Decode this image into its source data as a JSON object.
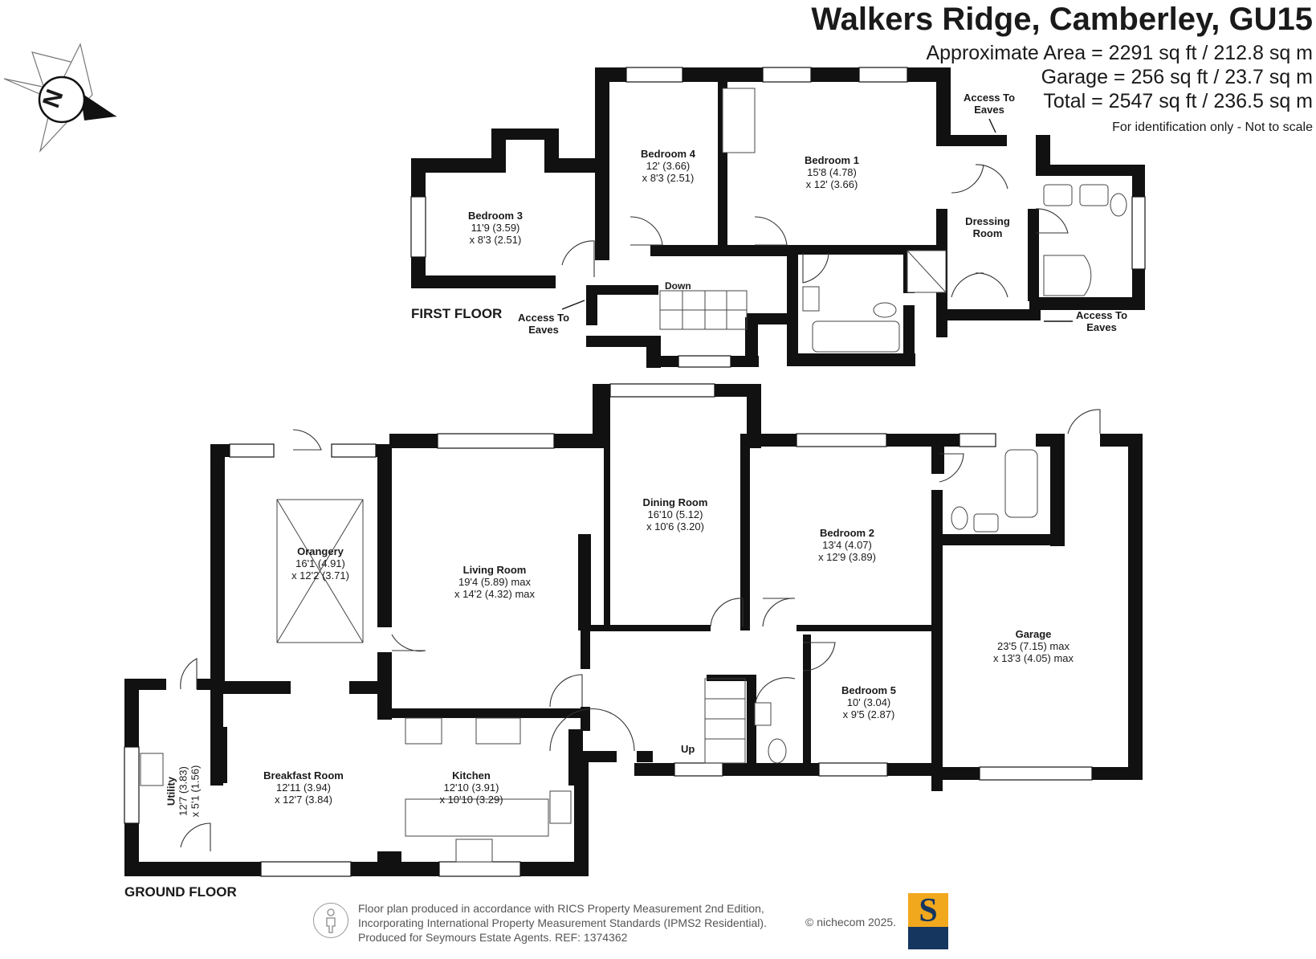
{
  "header": {
    "title": "Walkers Ridge, Camberley, GU15",
    "area": "Approximate Area = 2291 sq ft / 212.8 sq m",
    "garage": "Garage = 256 sq ft / 23.7 sq m",
    "total": "Total = 2547 sq ft / 236.5 sq m",
    "note": "For identification only - Not to scale"
  },
  "compass": {
    "label": "N"
  },
  "first_floor": {
    "label": "FIRST FLOOR",
    "rooms": {
      "bedroom3": {
        "name": "Bedroom 3",
        "dim1": "11'9 (3.59)",
        "dim2": "x 8'3 (2.51)"
      },
      "bedroom4": {
        "name": "Bedroom 4",
        "dim1": "12' (3.66)",
        "dim2": "x 8'3 (2.51)"
      },
      "bedroom1": {
        "name": "Bedroom 1",
        "dim1": "15'8 (4.78)",
        "dim2": "x 12' (3.66)"
      },
      "dressing": {
        "name": "Dressing",
        "name2": "Room"
      }
    },
    "labels": {
      "down": "Down",
      "eaves_left_1": "Access To",
      "eaves_left_2": "Eaves",
      "eaves_top_1": "Access To",
      "eaves_top_2": "Eaves",
      "eaves_right_1": "Access To",
      "eaves_right_2": "Eaves"
    }
  },
  "ground_floor": {
    "label": "GROUND FLOOR",
    "rooms": {
      "orangery": {
        "name": "Orangery",
        "dim1": "16'1 (4.91)",
        "dim2": "x 12'2 (3.71)"
      },
      "living": {
        "name": "Living Room",
        "dim1": "19'4 (5.89) max",
        "dim2": "x 14'2 (4.32) max"
      },
      "dining": {
        "name": "Dining Room",
        "dim1": "16'10 (5.12)",
        "dim2": "x 10'6 (3.20)"
      },
      "bedroom2": {
        "name": "Bedroom 2",
        "dim1": "13'4 (4.07)",
        "dim2": "x 12'9 (3.89)"
      },
      "garage": {
        "name": "Garage",
        "dim1": "23'5 (7.15) max",
        "dim2": "x 13'3 (4.05) max"
      },
      "bedroom5": {
        "name": "Bedroom 5",
        "dim1": "10' (3.04)",
        "dim2": "x 9'5 (2.87)"
      },
      "breakfast": {
        "name": "Breakfast Room",
        "dim1": "12'11 (3.94)",
        "dim2": "x 12'7 (3.84)"
      },
      "kitchen": {
        "name": "Kitchen",
        "dim1": "12'10 (3.91)",
        "dim2": "x 10'10 (3.29)"
      },
      "utility": {
        "name": "Utility",
        "dim1": "12'7 (3.83)",
        "dim2": "x 5'1 (1.56)"
      }
    },
    "labels": {
      "up": "Up"
    }
  },
  "footer": {
    "line1": "Floor plan produced in accordance with RICS Property Measurement 2nd Edition,",
    "line2": "Incorporating International Property Measurement Standards (IPMS2 Residential).",
    "line3": "Produced for Seymours Estate Agents.   REF: 1374362",
    "copyright": "© nichecom 2025.",
    "logo_letter": "S"
  },
  "colors": {
    "wall": "#111111",
    "logo_gold": "#f2a81d",
    "logo_navy": "#14365f"
  }
}
